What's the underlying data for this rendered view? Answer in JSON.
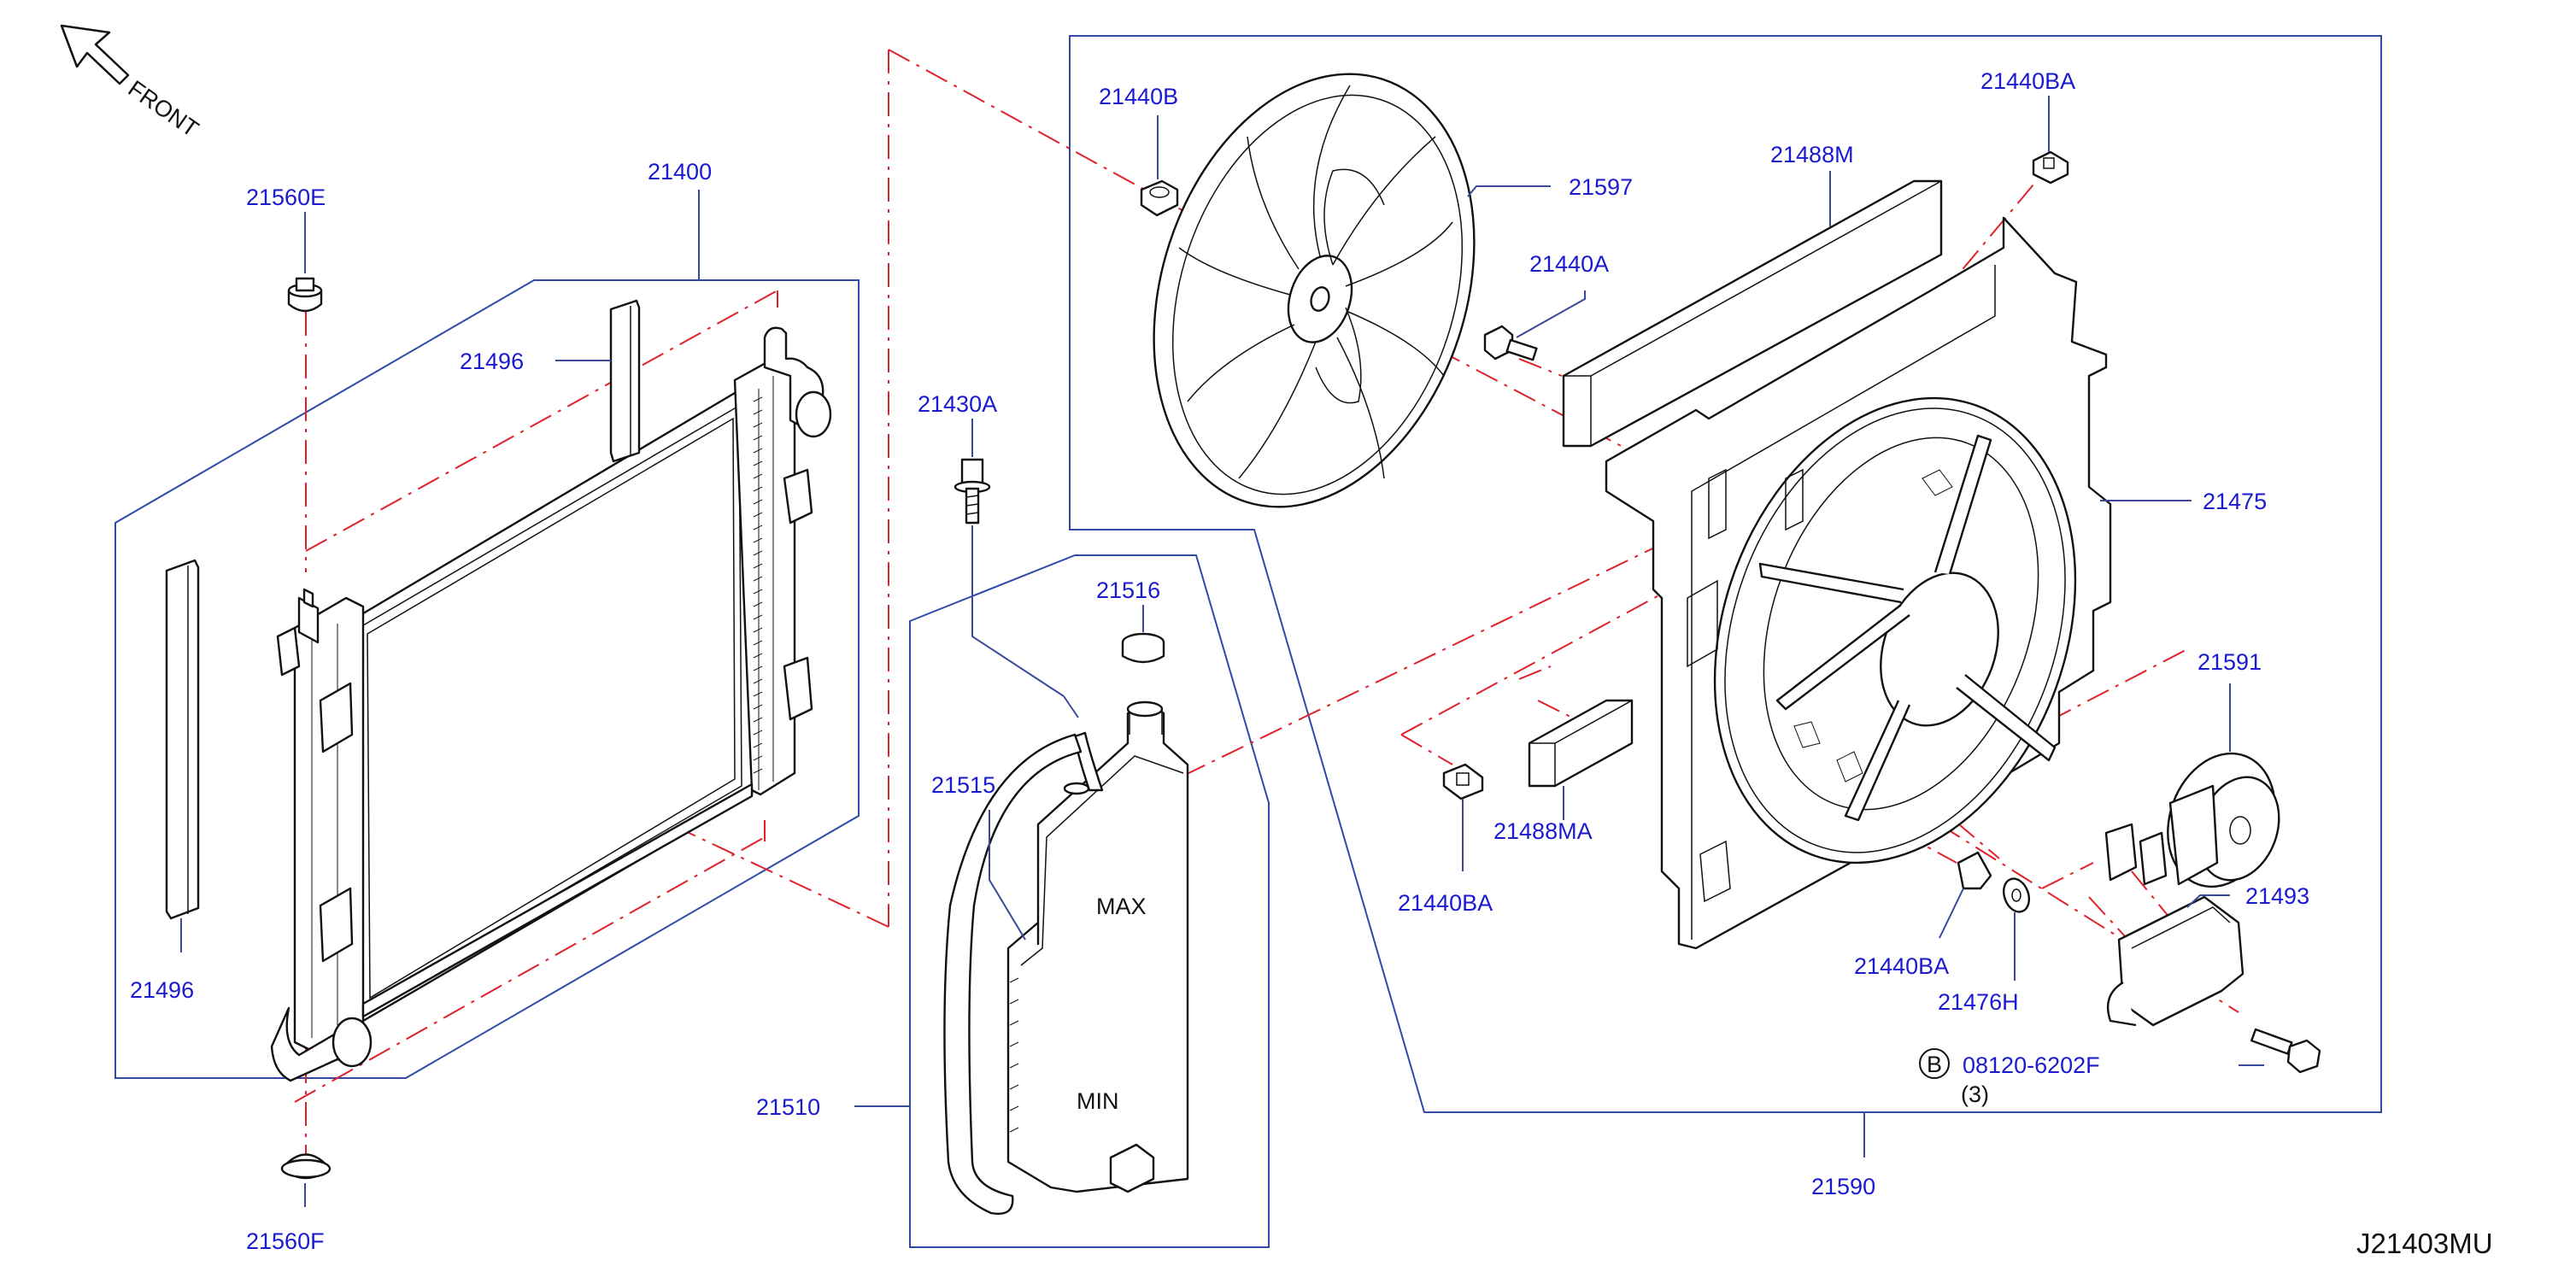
{
  "diagram": {
    "direction_label": "FRONT",
    "reference_code": "J21403MU",
    "colors": {
      "callout": "#1a1ad0",
      "leader": "#3a4a9a",
      "centerline": "#e0202a",
      "line": "#111111"
    },
    "callouts": {
      "c21400": "21400",
      "c21560E": "21560E",
      "c21496_top": "21496",
      "c21496_bottom": "21496",
      "c21560F": "21560F",
      "c21430A": "21430A",
      "c21516": "21516",
      "c21515": "21515",
      "c21510": "21510",
      "c21440B": "21440B",
      "c21597": "21597",
      "c21440A": "21440A",
      "c21488M": "21488M",
      "c21440BA_top": "21440BA",
      "c21475": "21475",
      "c21591": "21591",
      "c21493": "21493",
      "c21488MA": "21488MA",
      "c21440BA_left": "21440BA",
      "c21440BA_mid": "21440BA",
      "c21476H": "21476H",
      "c08120": "08120-6202F",
      "c21590": "21590"
    },
    "bolt_note": {
      "badge": "B",
      "qty": "(3)"
    },
    "reservoir_marks": {
      "max": "MAX",
      "min": "MIN"
    }
  }
}
